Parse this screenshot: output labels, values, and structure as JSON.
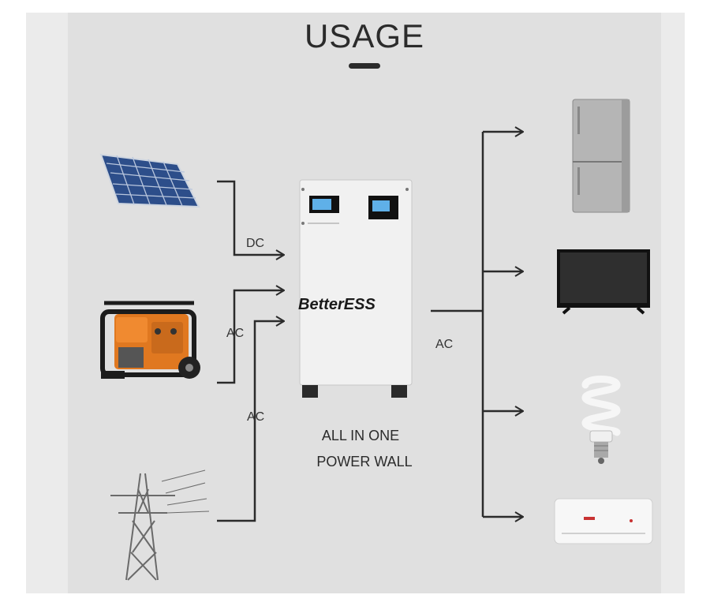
{
  "title": "USAGE",
  "labels": {
    "dc": "DC",
    "ac_generator": "AC",
    "ac_grid": "AC",
    "ac_output": "AC"
  },
  "caption": {
    "line1": "ALL IN ONE",
    "line2": "POWER WALL"
  },
  "brand": "BetterESS",
  "inputs": [
    "solar-panel",
    "generator",
    "power-grid"
  ],
  "outputs": [
    "refrigerator",
    "television",
    "light-bulb",
    "air-conditioner"
  ],
  "colors": {
    "background": "#e0e0e0",
    "line": "#2b2b2b",
    "generator_orange": "#e07820"
  }
}
